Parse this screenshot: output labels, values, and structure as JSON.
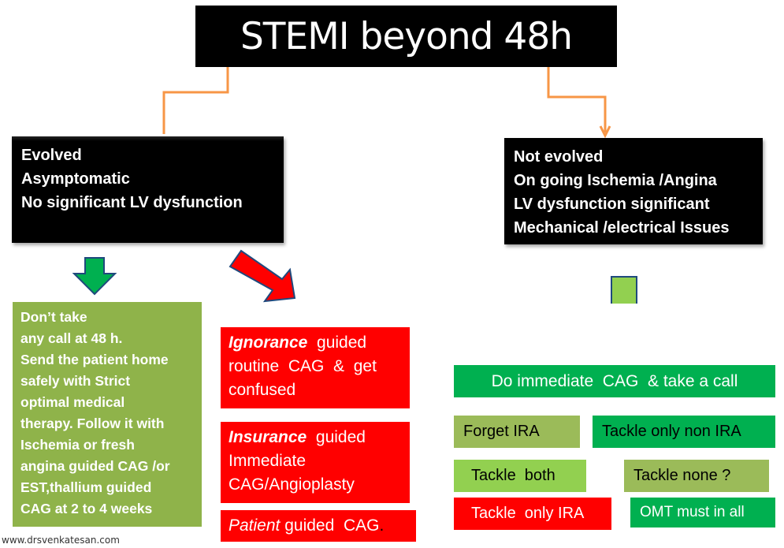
{
  "title": "STEMI beyond 48h",
  "branches": {
    "left": {
      "lines": [
        "Evolved",
        "Asymptomatic",
        "No significant LV dysfunction"
      ]
    },
    "right": {
      "lines": [
        "Not evolved",
        "On going Ischemia /Angina",
        "LV dysfunction significant",
        "Mechanical /electrical Issues"
      ]
    }
  },
  "left_advice": {
    "lines": [
      "Don’t take",
      "any call  at 48 h.",
      "Send the patient home",
      "safely with Strict",
      "optimal  medical",
      "therapy. Follow it with",
      "Ischemia  or fresh",
      "angina  guided CAG /or",
      "EST,thallium guided",
      "CAG  at 2 to 4  weeks"
    ]
  },
  "wrong_approaches": [
    {
      "emphasis": "Ignorance",
      "rest_line1": "  guided",
      "rest": [
        "routine  CAG  &  get",
        "confused"
      ]
    },
    {
      "emphasis": "Insurance",
      "rest_line1": "  guided",
      "rest": [
        "Immediate",
        "CAG/Angioplasty"
      ]
    },
    {
      "emphasis": "Patient",
      "rest_line1": " guided  CAG",
      "trailing": "."
    }
  ],
  "right_options": {
    "main": "Do immediate  CAG  & take a call",
    "choices": [
      "Forget IRA",
      "Tackle only non IRA",
      "Tackle  both",
      "Tackle none ?",
      "Tackle  only IRA",
      "OMT must in all"
    ]
  },
  "footer": "www.drsvenkatesan.com",
  "colors": {
    "connector": "#f79646",
    "arrow_green": "#00b050",
    "arrow_red": "#ff0000",
    "arrow_outline": "#1f497d"
  }
}
